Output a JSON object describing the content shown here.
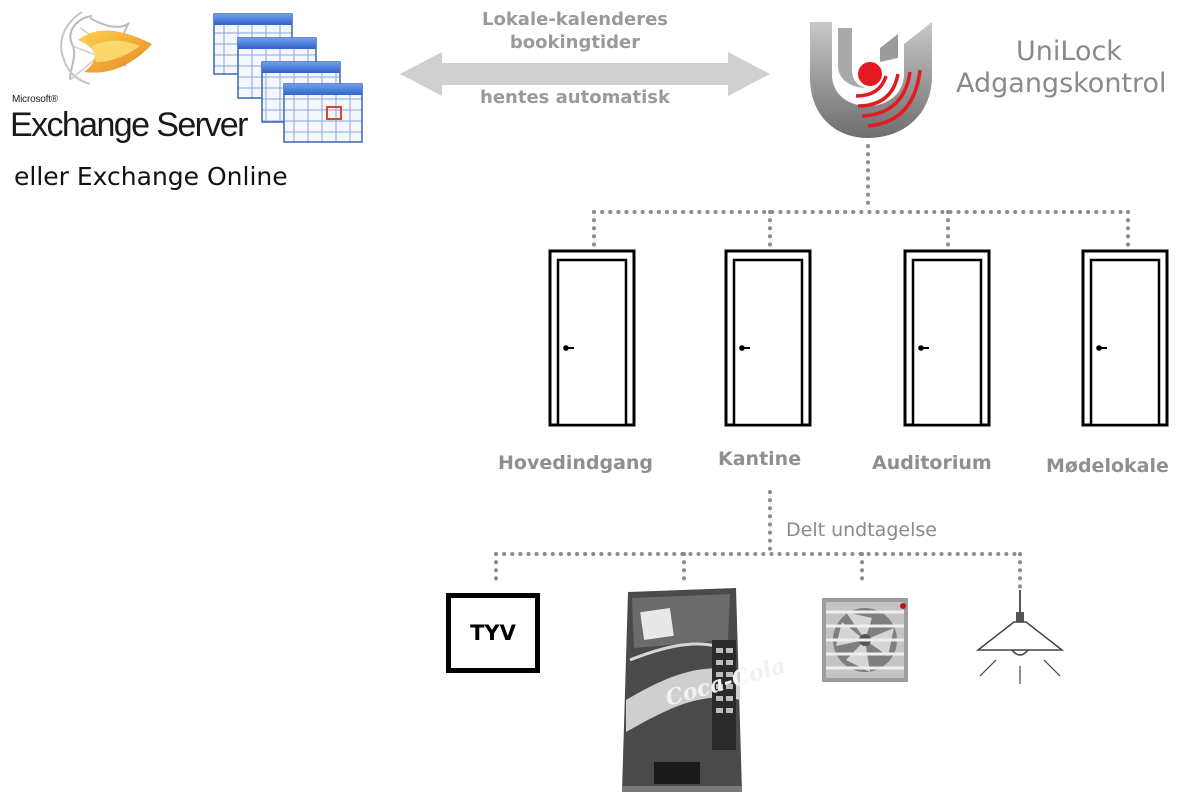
{
  "exchange": {
    "brand_small": "Microsoft®",
    "product": "Exchange Server",
    "alternative": "eller Exchange Online"
  },
  "arrow": {
    "line1": "Lokale-kalenderes",
    "line2": "bookingtider",
    "line3": "hentes automatisk"
  },
  "unilock": {
    "name": "UniLock",
    "subtitle": "Adgangskontrol"
  },
  "doors": [
    {
      "label": "Hovedindgang"
    },
    {
      "label": "Kantine"
    },
    {
      "label": "Auditorium"
    },
    {
      "label": "Mødelokale"
    }
  ],
  "exception": {
    "label": "Delt undtagelse"
  },
  "devices": {
    "alarm_label": "TYV",
    "vending_machine_text": "Coca-Cola"
  },
  "colors": {
    "logo_red": "#e21b22",
    "logo_gray": "#9b9b9b",
    "dotted_line": "#8c8c8c",
    "label_gray": "#8f8f8f",
    "exchange_orange": "#f29b1d",
    "calendar_blue": "#3c74d8"
  }
}
